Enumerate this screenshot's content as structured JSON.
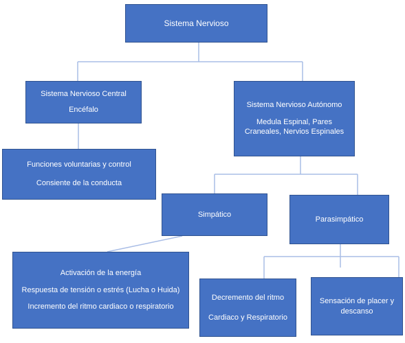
{
  "diagram": {
    "root": "Sistema Nervioso",
    "central": {
      "title": "Sistema Nervioso Central",
      "subtitle": "Encéfalo"
    },
    "autonomo": {
      "title": "Sistema Nervioso Autónomo",
      "detail": "Medula Espinal, Pares Craneales, Nervios Espinales"
    },
    "funciones": {
      "line1": "Funciones voluntarias y control",
      "line2": "Consiente de la conducta"
    },
    "simpatico": "Simpático",
    "parasimpatico": "Parasimpático",
    "activacion": {
      "line1": "Activación de la energía",
      "line2": "Respuesta de tensión o estrés (Lucha o Huida)",
      "line3": "Incremento del ritmo cardiaco o respiratorio"
    },
    "decremento": {
      "line1": "Decremento del ritmo",
      "line2": "Cardiaco y Respiratorio"
    },
    "sensacion": "Sensación de placer y descanso"
  },
  "colors": {
    "box_fill": "#4572c4",
    "box_border": "#2f528f",
    "connector": "#a9bde6",
    "text": "#ffffff"
  }
}
